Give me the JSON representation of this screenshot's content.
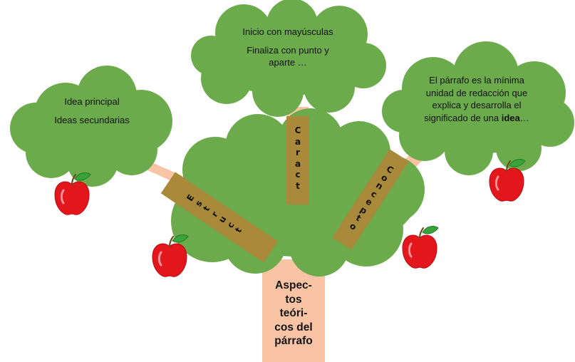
{
  "trunk": {
    "lines": [
      "Aspec-",
      "tos",
      "teóri-",
      "cos del",
      "párrafo"
    ]
  },
  "clouds": {
    "left": {
      "lines": [
        "Idea principal",
        "Ideas secundarias"
      ]
    },
    "top": {
      "lines": [
        "Inicio con mayúsculas",
        "Finaliza con punto y aparte …"
      ]
    },
    "right": {
      "text_before": "El párrafo es la mínima unidad de redacción que explica y desarrolla el significado de una ",
      "text_bold": "idea",
      "text_after": "…"
    }
  },
  "branches": {
    "left": {
      "label": "Estruct"
    },
    "center": {
      "label": "Caract"
    },
    "right": {
      "label": "Concepto"
    }
  },
  "colors": {
    "foliage": "#6cab4b",
    "cloud": "#6cab4b",
    "trunk": "#f8c4a3",
    "branch_label_bg": "#a88a3a",
    "apple": "#e3161b",
    "leaf": "#3aa23a"
  },
  "icons": [
    "apple-icon",
    "apple-icon",
    "apple-icon",
    "apple-icon"
  ]
}
